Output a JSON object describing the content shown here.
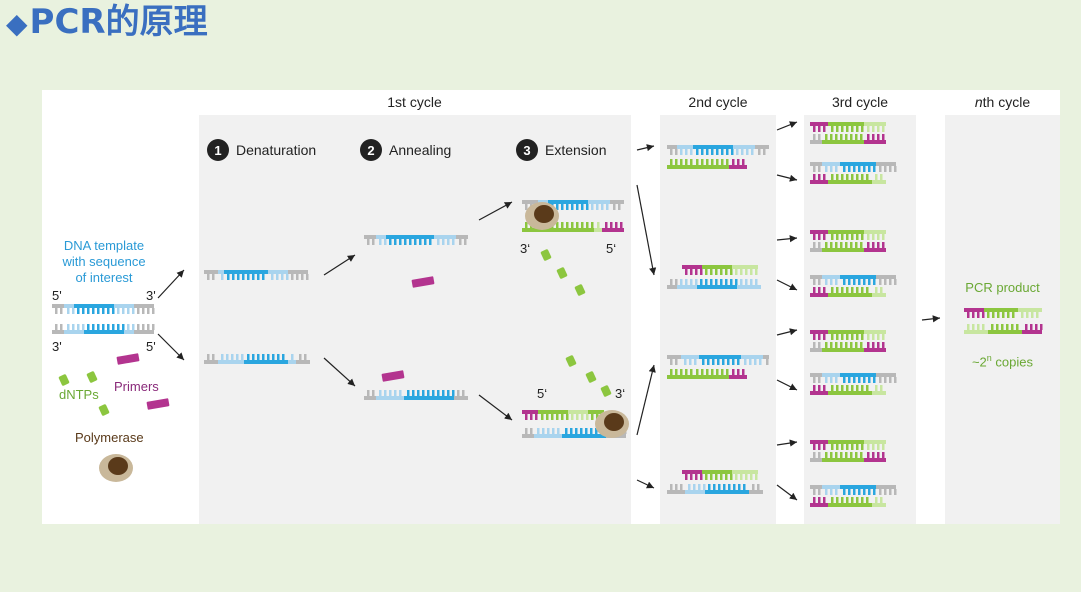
{
  "slide": {
    "title_text": "PCR的原理",
    "title_marker": "◆"
  },
  "cycles": {
    "first": "1st cycle",
    "second": "2nd cycle",
    "third": "3rd cycle",
    "nth_prefix": "n",
    "nth_suffix": "th cycle"
  },
  "steps": [
    {
      "number": "1",
      "label": "Denaturation"
    },
    {
      "number": "2",
      "label": "Annealing"
    },
    {
      "number": "3",
      "label": "Extension"
    }
  ],
  "inputs": {
    "template_line1": "DNA template",
    "template_line2": "with sequence",
    "template_line3": "of interest",
    "dntps": "dNTPs",
    "primers": "Primers",
    "polymerase": "Polymerase"
  },
  "strand_ends": {
    "five_prime": "5'",
    "three_prime": "3'",
    "five_prime_alt": "5‘",
    "three_prime_alt": "3‘"
  },
  "product": {
    "label": "PCR product",
    "copies_prefix": "~2",
    "copies_exponent": "n",
    "copies_suffix": " copies"
  },
  "colors": {
    "title": "#3a6fc0",
    "template": "#2aa6df",
    "template_light": "#a9d4ee",
    "backbone": "#b8b8b8",
    "primer": "#b3348f",
    "new_strand": "#8cc63f",
    "new_strand_light": "#c8e6a0",
    "polymerase": "#5a3a1a",
    "background": "#e9f2df"
  }
}
